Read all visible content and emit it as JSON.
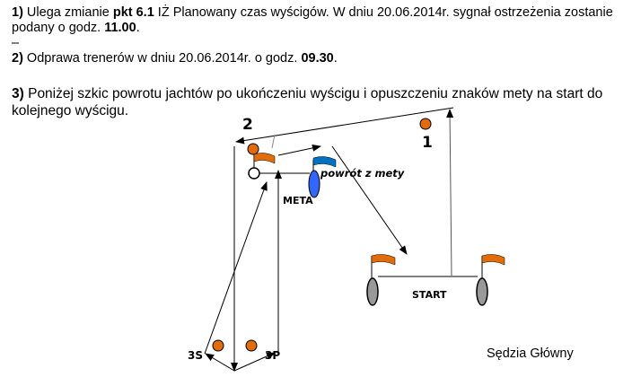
{
  "items": [
    {
      "num": "1)",
      "text_a": " Ulega zmianie ",
      "bold_a": "pkt 6.1",
      "text_b": " IŻ Planowany czas wyścigów. W dniu 20.06.2014r. sygnał ostrzeżenia zostanie",
      "line2": "podany o godz. ",
      "bold_b": "11.00",
      "end": "."
    },
    {
      "dash": "–"
    },
    {
      "num": "2)",
      "text_a": " Odprawa trenerów w dniu 20.06.2014r. o godz. ",
      "bold_a": "09.30",
      "end": "."
    },
    {
      "num": "3)",
      "text_a": " Poniżej szkic powrotu jachtów po ukończeniu wyścigu i opuszczeniu znaków mety na start do",
      "line2": "kolejnego wyścigu."
    }
  ],
  "diagram": {
    "mark_2": "2",
    "mark_1": "1",
    "finish_label": "META",
    "finish_note": "powrót z mety",
    "start_label": "START",
    "mark_3s": "3S",
    "mark_3p": "3P",
    "colors": {
      "mark": "#e36c0a",
      "finish": "#3366ff",
      "finish_flag": "#0070c0",
      "start": "#999999"
    }
  },
  "signature": "Sędzia Główny"
}
